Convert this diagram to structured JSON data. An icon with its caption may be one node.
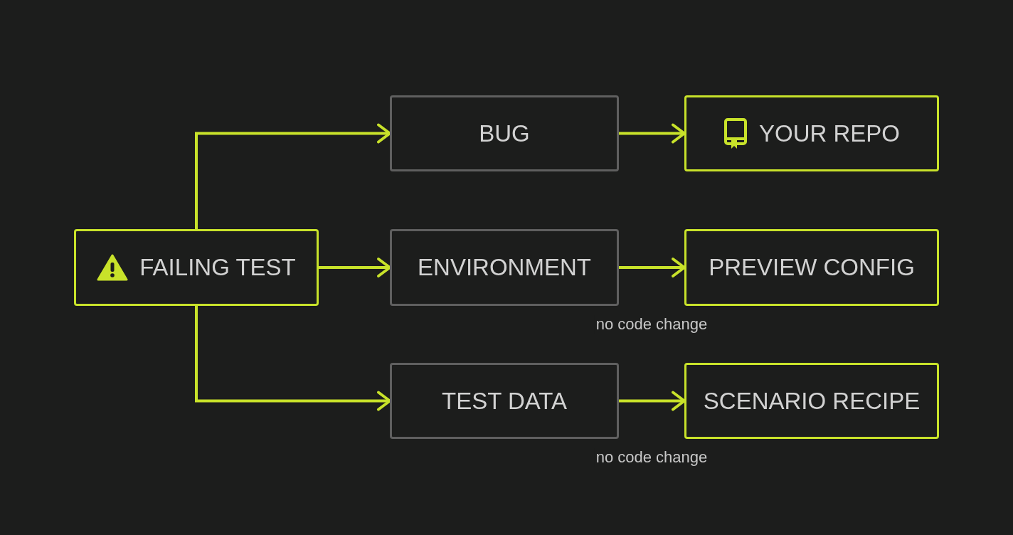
{
  "diagram": {
    "nodes": [
      {
        "text": [
          "FAILING TEST"
        ]
      },
      {
        "text": [
          "BUG"
        ]
      },
      {
        "text": [
          "YOUR REPO"
        ]
      },
      {
        "text": [
          "ENVIRONMENT"
        ]
      },
      {
        "text": [
          "PREVIEW CONFIG"
        ]
      },
      {
        "text": [
          "TEST DATA"
        ]
      },
      {
        "text": [
          "SCENARIO RECIPE"
        ]
      }
    ],
    "edges": [
      {
        "from": 0,
        "to": 1,
        "arrow": "to"
      },
      {
        "from": 0,
        "to": 3,
        "arrow": "to"
      },
      {
        "from": 0,
        "to": 5,
        "arrow": "to"
      },
      {
        "from": 1,
        "to": 2,
        "arrow": "to"
      },
      {
        "from": 3,
        "to": 4,
        "arrow": "to",
        "label": "no code change"
      },
      {
        "from": 5,
        "to": 6,
        "arrow": "to",
        "label": "no code change"
      }
    ]
  }
}
